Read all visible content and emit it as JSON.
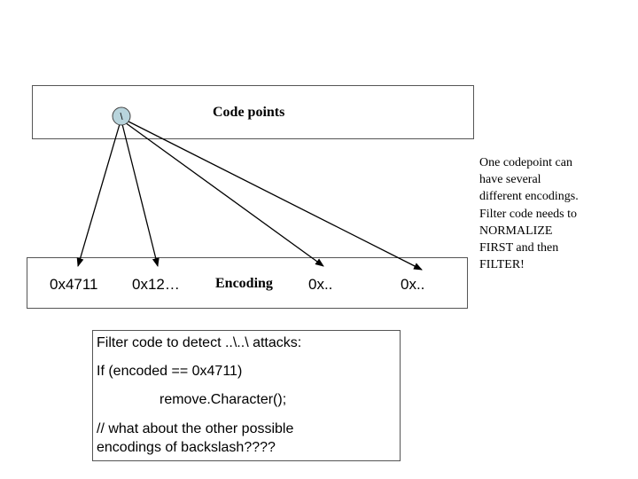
{
  "codepoints": {
    "title": "Code points",
    "node_fill": "#b8d4dc",
    "node_label": "\\"
  },
  "encoding": {
    "title": "Encoding",
    "values": [
      "0x4711",
      "0x12…",
      "0x..",
      "0x.."
    ]
  },
  "note": {
    "lines": [
      "One codepoint can",
      "have several",
      "different encodings.",
      "Filter code needs to",
      "NORMALIZE",
      "FIRST and then",
      "FILTER!"
    ]
  },
  "filter": {
    "heading": "Filter code to detect ..\\..\\ attacks:",
    "condition": "If (encoded == 0x4711)",
    "action": "remove.Character();",
    "comment_line1": "// what about the other possible",
    "comment_line2": "encodings of backslash????"
  }
}
